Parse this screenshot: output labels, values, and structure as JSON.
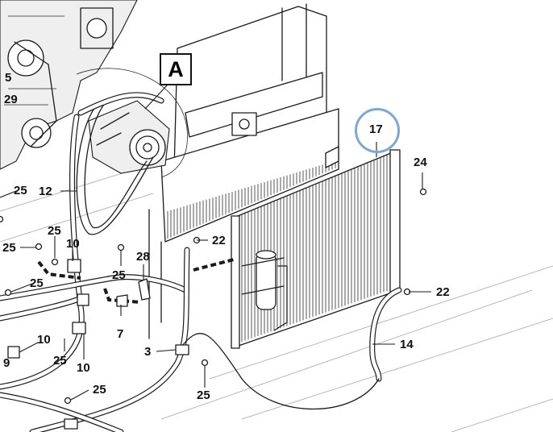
{
  "detail_badge": "A",
  "highlight_color": "#7fa7d3",
  "callouts": {
    "c17": "17",
    "c24": "24",
    "c22a": "22",
    "c22b": "22",
    "c14": "14",
    "c5": "5",
    "c29": "29",
    "c25a": "25",
    "c12": "12",
    "c25b": "25",
    "c25c": "25",
    "c10a": "10",
    "c28": "28",
    "c25d": "25",
    "c25e": "25",
    "c7": "7",
    "c10b": "10",
    "c25f": "25",
    "c10c": "10",
    "c9": "9",
    "c3": "3",
    "c25g": "25",
    "c25h": "25"
  }
}
